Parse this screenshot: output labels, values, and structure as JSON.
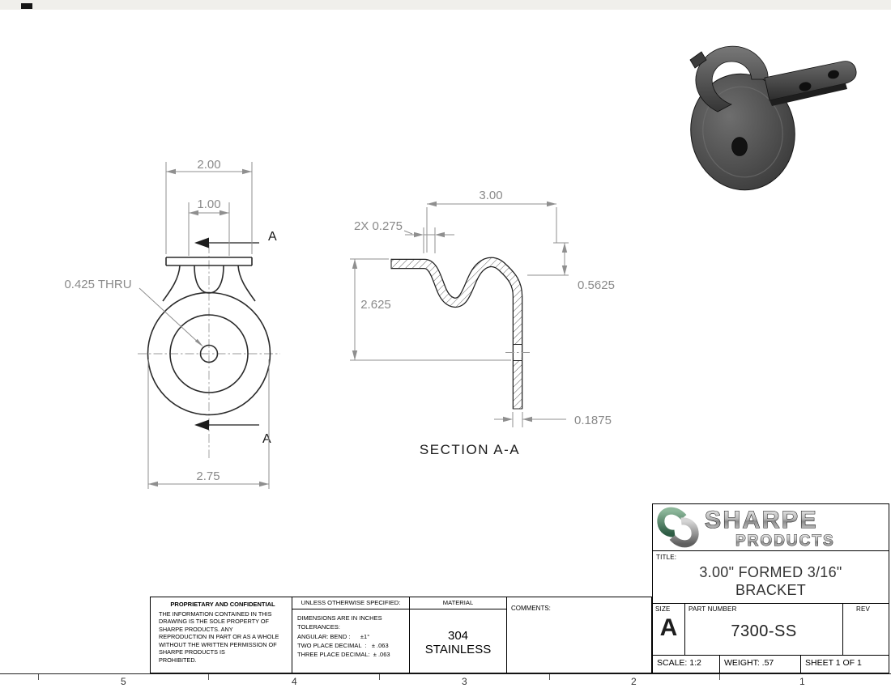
{
  "front_view": {
    "dim_width_flange": "2.00",
    "dim_width_hub": "1.00",
    "dim_hole": "0.425 THRU",
    "dim_width_overall": "2.75",
    "section_label_top": "A",
    "section_label_bottom": "A"
  },
  "section_view": {
    "dim_width": "3.00",
    "dim_lip": "2X 0.275",
    "dim_height": "2.625",
    "dim_drop": "0.5625",
    "dim_thickness": "0.1875",
    "caption": "SECTION A-A"
  },
  "title_block": {
    "logo_line1": "SHARPE",
    "logo_line2": "PRODUCTS",
    "title_label": "TITLE:",
    "title_line1": "3.00\" FORMED 3/16\"",
    "title_line2": "BRACKET",
    "size_label": "SIZE",
    "size_value": "A",
    "part_number_label": "PART NUMBER",
    "part_number_value": "7300-SS",
    "rev_label": "REV",
    "scale_text": "SCALE: 1:2",
    "weight_text": "WEIGHT: .57",
    "sheet_text": "SHEET 1 OF 1"
  },
  "notes": {
    "proprietary_title": "PROPRIETARY AND CONFIDENTIAL",
    "proprietary_lines": [
      "THE INFORMATION CONTAINED IN THIS",
      "DRAWING IS THE SOLE PROPERTY OF",
      "SHARPE PRODUCTS.  ANY",
      "REPRODUCTION IN PART OR AS A WHOLE",
      "WITHOUT THE WRITTEN PERMISSION OF",
      "SHARPE PRODUCTS IS",
      "PROHIBITED."
    ],
    "spec_header": "UNLESS OTHERWISE SPECIFIED:",
    "spec_lines": [
      "DIMENSIONS ARE IN INCHES",
      "TOLERANCES:",
      "ANGULAR: BEND :      ±1°",
      "TWO PLACE DECIMAL  :   ± .063",
      "THREE PLACE DECIMAL:  ± .063"
    ],
    "material_label": "MATERIAL",
    "material_line1": "304",
    "material_line2": "STAINLESS",
    "comments_label": "COMMENTS:"
  },
  "ruler_labels": [
    "5",
    "4",
    "3",
    "2",
    "1"
  ]
}
